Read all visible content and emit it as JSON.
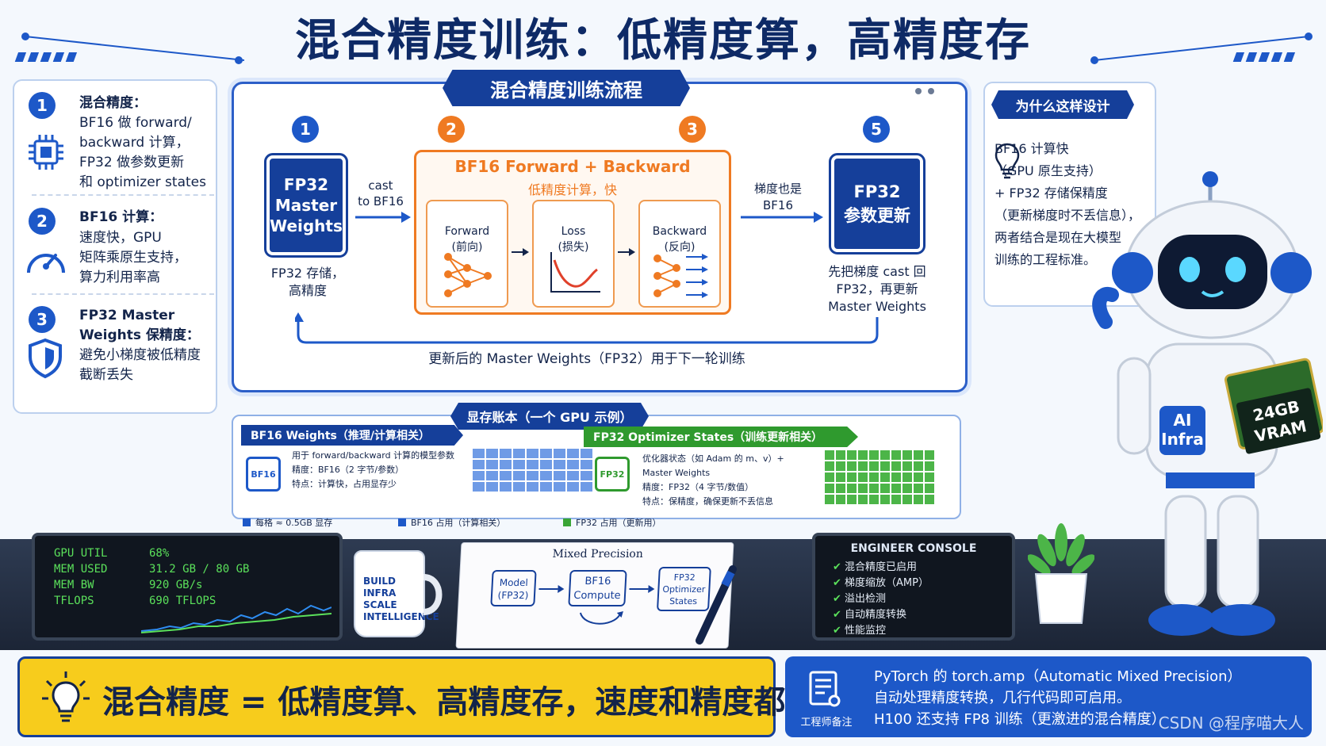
{
  "title": "混合精度训练：低精度算，高精度存",
  "left_panel": {
    "items": [
      {
        "num": "1",
        "heading": "混合精度：",
        "text": "BF16 做 forward/\nbackward 计算，\nFP32 做参数更新\n和 optimizer states",
        "icon": "chip-icon"
      },
      {
        "num": "2",
        "heading": "BF16 计算：",
        "text": "速度快，GPU\n矩阵乘原生支持，\n算力利用率高",
        "icon": "gauge-icon"
      },
      {
        "num": "3",
        "heading": "FP32 Master\nWeights 保精度：",
        "text": "避免小梯度被低精度\n截断丢失",
        "icon": "shield-icon"
      }
    ]
  },
  "flow": {
    "banner": "混合精度训练流程",
    "step1_num": "1",
    "step2_num": "2",
    "step3_num": "3",
    "step5_num": "5",
    "master_box": "FP32\nMaster\nWeights",
    "master_caption": "FP32 存储，\n高精度",
    "cast_label": "cast\nto BF16",
    "bf16_title": "BF16 Forward + Backward",
    "bf16_subtitle": "低精度计算，快",
    "forward_label": "Forward\n(前向)",
    "loss_label": "Loss\n(损失)",
    "backward_label": "Backward\n(反向)",
    "grad_label": "梯度也是\nBF16",
    "update_box": "FP32\n参数更新",
    "update_caption": "先把梯度 cast 回\nFP32，再更新\nMaster Weights",
    "loop_label": "更新后的 Master Weights（FP32）用于下一轮训练"
  },
  "why_panel": {
    "banner": "为什么这样设计",
    "text": "BF16 计算快\n（GPU 原生支持）\n+ FP32 存储保精度\n（更新梯度时不丢信息），\n两者结合是现在大模型\n训练的工程标准。",
    "icon": "lightbulb-icon"
  },
  "memory": {
    "banner": "显存账本（一个 GPU 示例）",
    "bf16_tag": "BF16 Weights（推理/计算相关）",
    "bf16_chip": "BF16",
    "bf16_text": "用于 forward/backward 计算的模型参数\n精度：BF16（2 字节/参数）\n特点：计算快，占用显存少",
    "fp32_tag": "FP32 Optimizer States（训练更新相关）",
    "fp32_chip": "FP32",
    "fp32_text": "优化器状态（如 Adam 的 m、v）+\nMaster Weights\n精度：FP32（4 字节/数值）\n特点：保精度，确保更新不丢信息",
    "legend": [
      {
        "label": "每格 ≈ 0.5GB 显存",
        "color": "#1d58c8"
      },
      {
        "label": "BF16  占用（计算相关）",
        "color": "#1d58c8"
      },
      {
        "label": "FP32  占用（更新用）",
        "color": "#3aa535"
      }
    ],
    "colors": {
      "bf16": "#6f9be6",
      "fp32": "#4cb548"
    }
  },
  "gpu_monitor": {
    "rows": [
      {
        "k": "GPU UTIL",
        "v": "68%"
      },
      {
        "k": "MEM USED",
        "v": "31.2 GB / 80 GB"
      },
      {
        "k": "MEM BW",
        "v": "920 GB/s"
      },
      {
        "k": "TFLOPS",
        "v": "690 TFLOPS"
      }
    ]
  },
  "mug": {
    "text": "BUILD\nINFRA\nSCALE\nINTELLIGENCE"
  },
  "notebook": {
    "title": "Mixed Precision",
    "model": "Model\n(FP32)",
    "bf16": "BF16\nCompute",
    "fp32": "FP32\nOptimizer\nStates"
  },
  "console": {
    "title": "ENGINEER CONSOLE",
    "items": [
      "混合精度已启用",
      "梯度缩放（AMP）",
      "溢出检测",
      "自动精度转换",
      "性能监控"
    ]
  },
  "robot": {
    "badge": "AI\nInfra",
    "chip": "24GB\nVRAM"
  },
  "bottom_left": {
    "text": "混合精度 = 低精度算、高精度存，速度和精度都要"
  },
  "bottom_right": {
    "label": "工程师备注",
    "lines": [
      "PyTorch 的 torch.amp（Automatic Mixed Precision）",
      "自动处理精度转换，几行代码即可启用。",
      "H100 还支持 FP8 训练（更激进的混合精度）"
    ],
    "watermark": "CSDN @程序喵大人"
  }
}
